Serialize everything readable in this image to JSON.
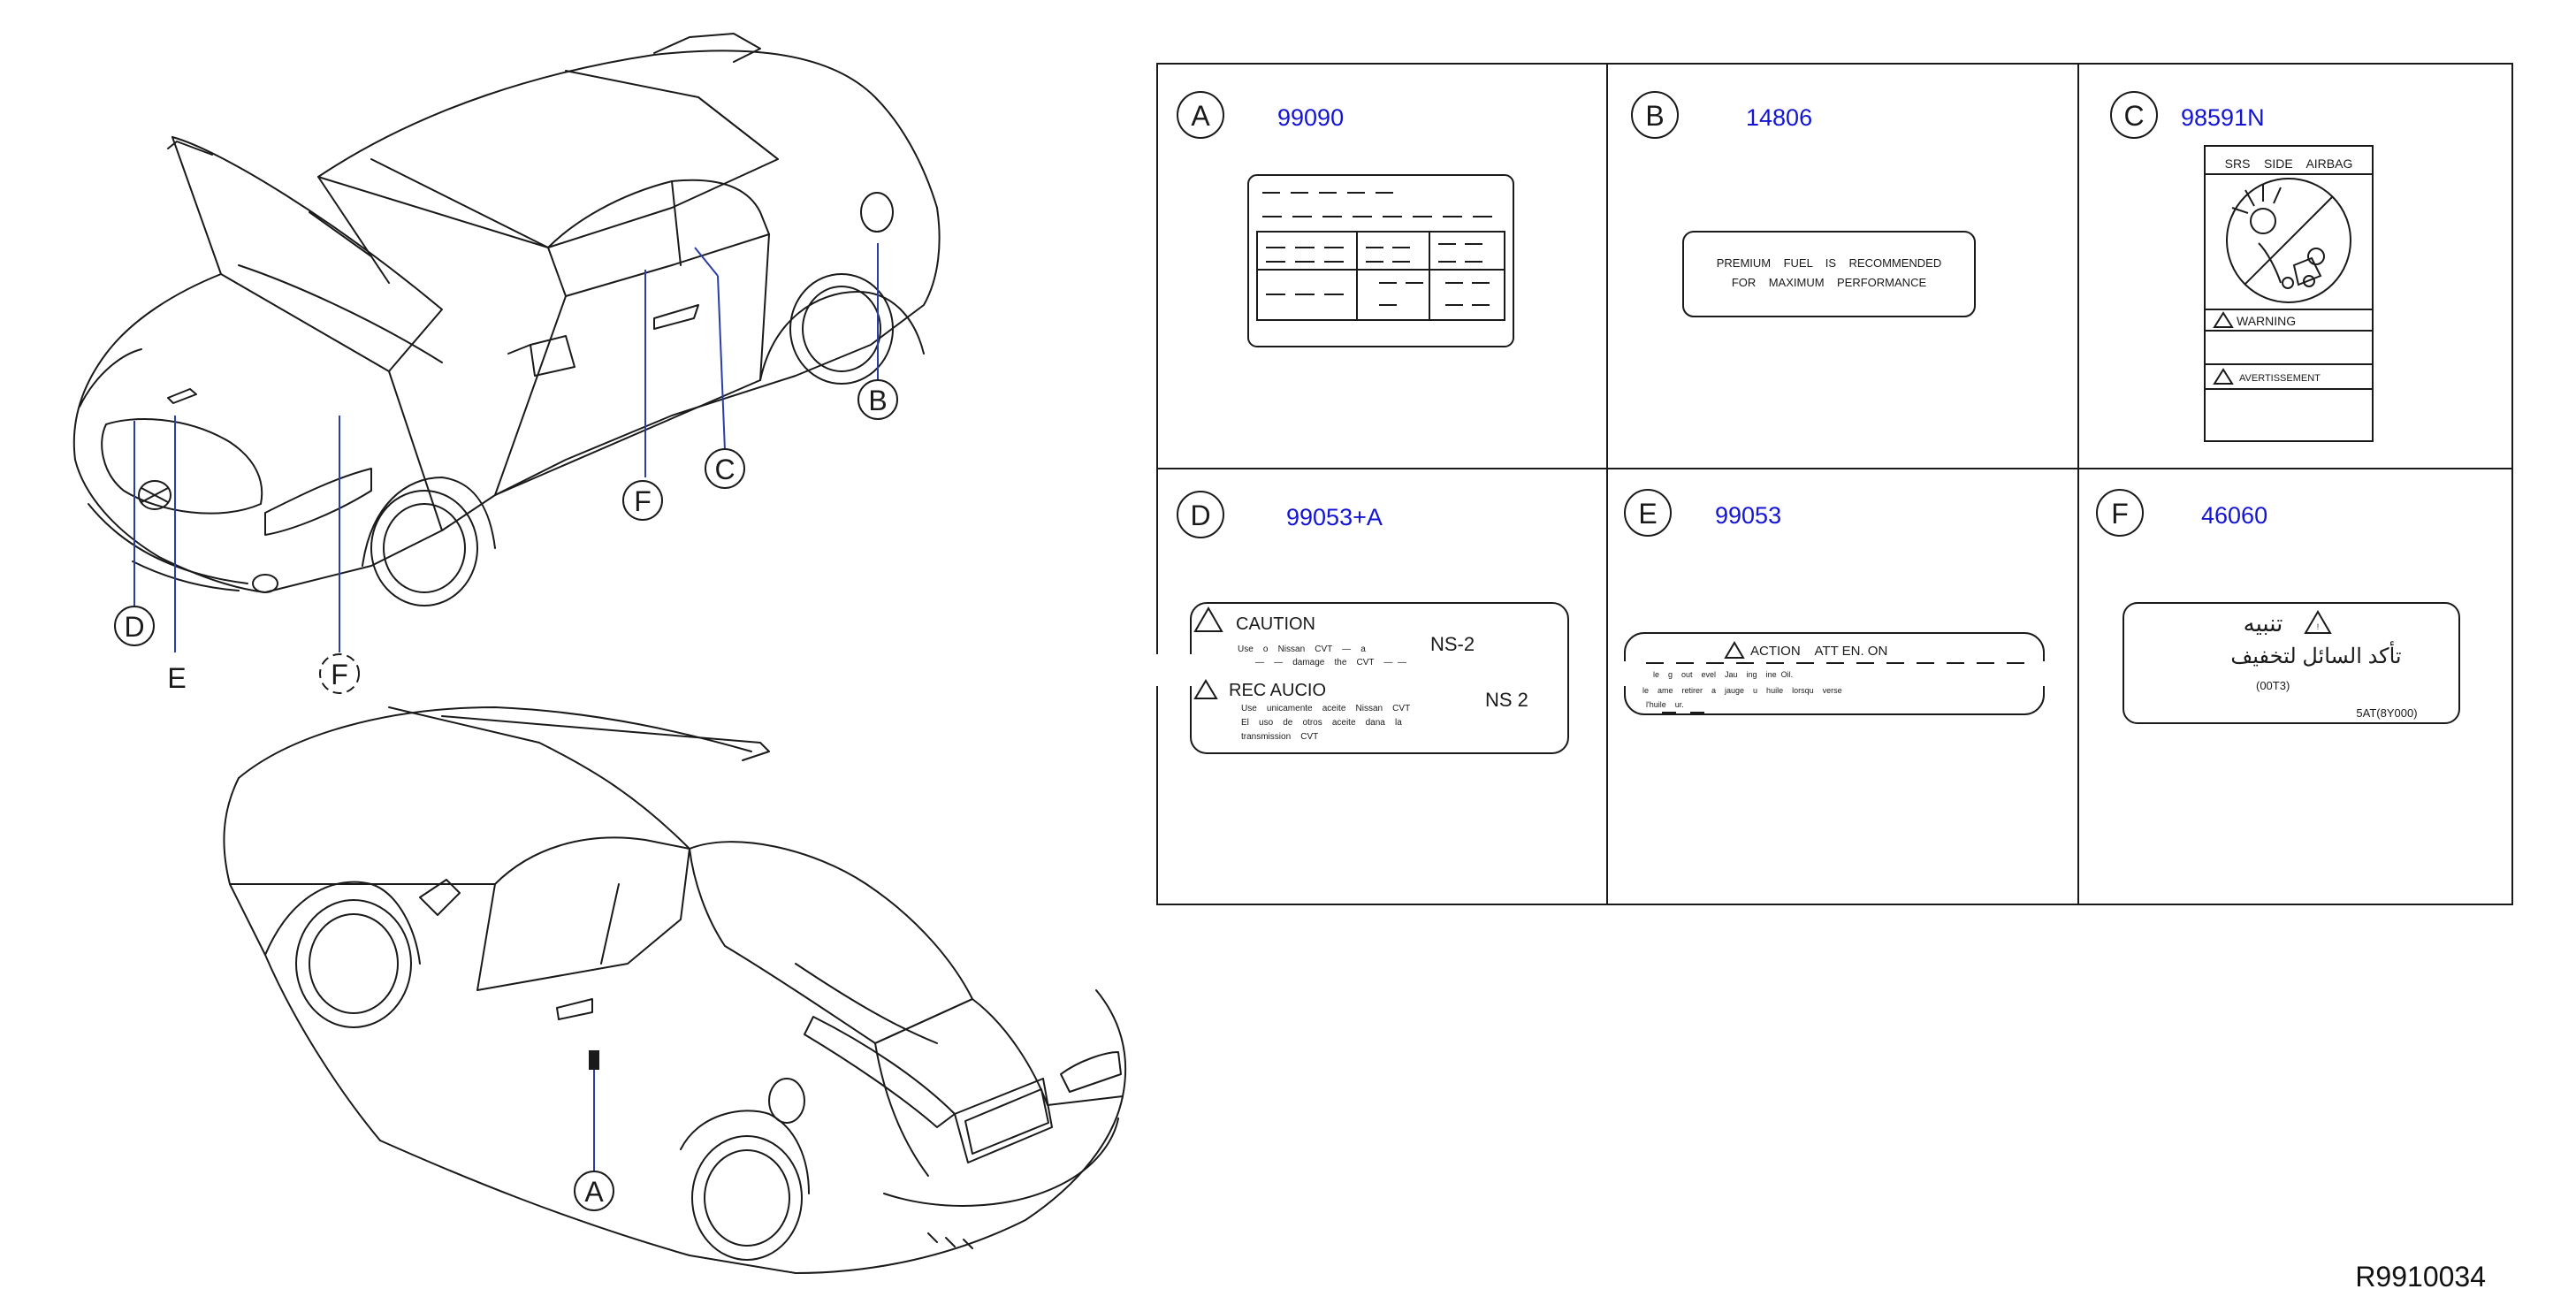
{
  "colors": {
    "part_number": "#1414d4",
    "line": "#1a1a1a",
    "leader": "#2a3ea8"
  },
  "car_callouts": [
    "A",
    "B",
    "C",
    "D",
    "E",
    "F"
  ],
  "panels": [
    {
      "letter": "A",
      "part": "99090",
      "icon": "table-label-icon"
    },
    {
      "letter": "B",
      "part": "14806",
      "icon": "fuel-label-icon",
      "line1": "PREMIUM    FUEL    IS    RECOMMENDED",
      "line2": "FOR    MAXIMUM    PERFORMANCE"
    },
    {
      "letter": "C",
      "part": "98591N",
      "icon": "airbag-label-icon",
      "header": "SRS    SIDE    AIRBAG",
      "warning": "WARNING",
      "avertissement": "AVERTISSEMENT"
    },
    {
      "letter": "D",
      "part": "99053+A",
      "icon": "cvt-caution-label-icon",
      "caution": "CAUTION",
      "ns2": "NS-2",
      "line1": "Use    o    Nissan    CVT    —    a",
      "line2": "—    —    damage    the    CVT    —  —",
      "precaucion": "REC AUCIO  ",
      "ns2b": "NS 2",
      "es1": "Use    unicamente    aceite    Nissan    CVT",
      "es2": "El    uso    de    otros    aceite    dana    la",
      "es3": "transmission    CVT"
    },
    {
      "letter": "E",
      "part": "99053",
      "icon": "oil-caution-label-icon",
      "caution": "ACTION    ATT EN. ON",
      "line1": "le    g    out    evel    Jau    ing    ine  Oil.",
      "line2": "le    ame    retirer    a    jauge    u    huile    lorsqu    verse",
      "line3": "l'huile    ur."
    },
    {
      "letter": "F",
      "part": "46060",
      "icon": "arabic-warning-label-icon",
      "arabic1": "تنبيه",
      "arabic2": "تأكد السائل لتخفيف",
      "code": "(00T3)",
      "model": "5AT(8Y000)"
    }
  ],
  "reference_code": "R9910034"
}
